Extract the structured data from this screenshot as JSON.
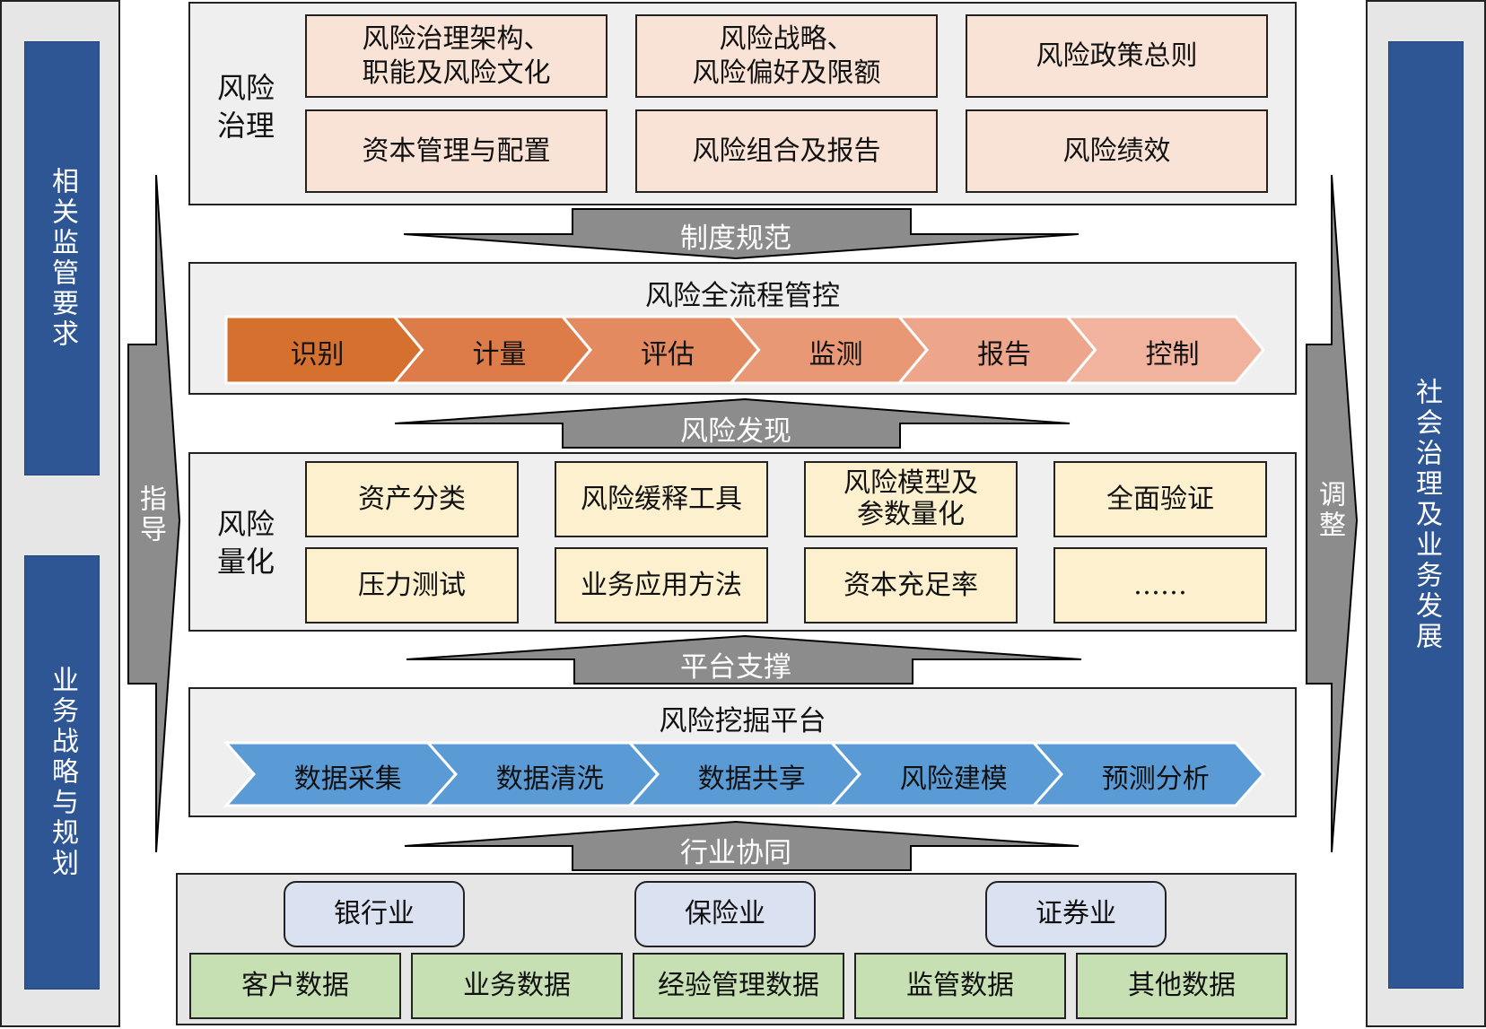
{
  "left_panel": {
    "top_label": "相关监管要求",
    "bottom_label": "业务战略与规划"
  },
  "right_panel": {
    "label": "社会治理及业务发展"
  },
  "left_arrow_label": "指导",
  "right_arrow_label": "调整",
  "governance": {
    "label": "风险治理",
    "items": [
      "风险治理架构、\n职能及风险文化",
      "风险战略、\n风险偏好及限额",
      "风险政策总则",
      "资本管理与配置",
      "风险组合及报告",
      "风险绩效"
    ]
  },
  "arrow_rules": "制度规范",
  "process": {
    "title": "风险全流程管控",
    "steps": [
      "识别",
      "计量",
      "评估",
      "监测",
      "报告",
      "控制"
    ],
    "colors": [
      "#d5702e",
      "#dd7c48",
      "#e48a60",
      "#e99876",
      "#eda68b",
      "#f1b39e"
    ]
  },
  "arrow_discovery": "风险发现",
  "quantification": {
    "label": "风险量化",
    "items": [
      "资产分类",
      "风险缓释工具",
      "风险模型及\n参数量化",
      "全面验证",
      "压力测试",
      "业务应用方法",
      "资本充足率",
      "……"
    ]
  },
  "arrow_platform": "平台支撑",
  "mining": {
    "title": "风险挖掘平台",
    "steps": [
      "数据采集",
      "数据清洗",
      "数据共享",
      "风险建模",
      "预测分析"
    ],
    "color": "#5b9bd5"
  },
  "arrow_industry": "行业协同",
  "industry": {
    "sectors": [
      "银行业",
      "保险业",
      "证券业"
    ],
    "data": [
      "客户数据",
      "业务数据",
      "经验管理数据",
      "监管数据",
      "其他数据"
    ]
  }
}
